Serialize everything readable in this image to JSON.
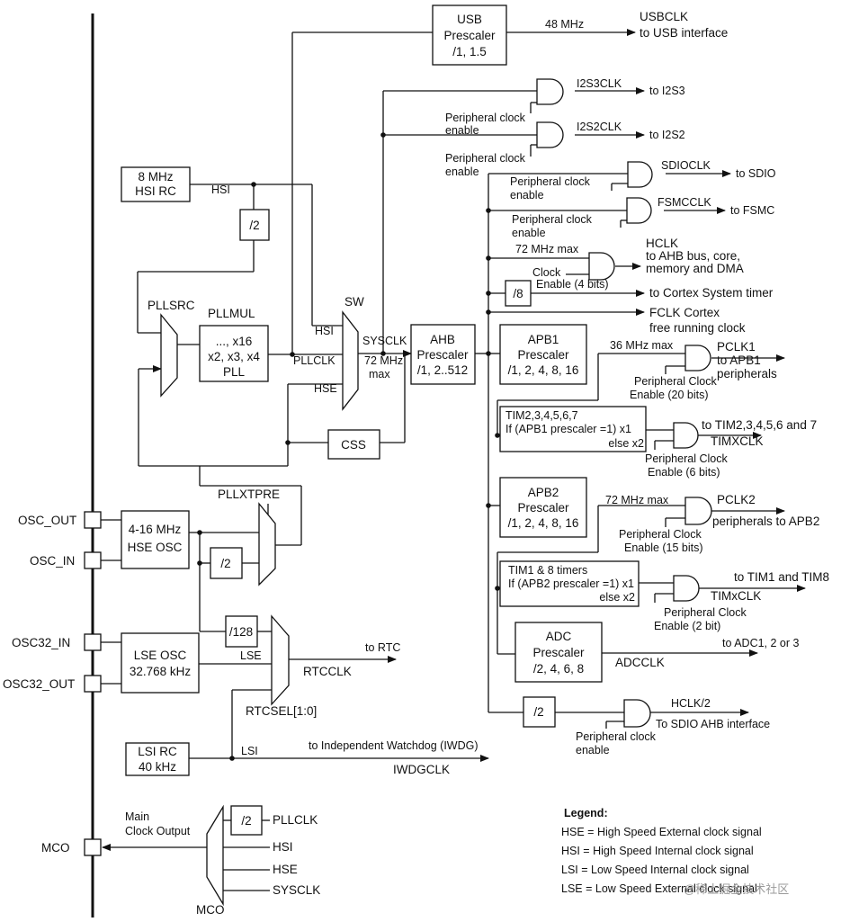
{
  "blocks": {
    "usb_prescaler": [
      "USB",
      "Prescaler",
      "/1, 1.5"
    ],
    "hsi_rc": [
      "8 MHz",
      "HSI RC"
    ],
    "div2_hsi": "/2",
    "pll": [
      "..., x16",
      "x2, x3, x4",
      "PLL"
    ],
    "ahb_prescaler": [
      "AHB",
      "Prescaler",
      "/1, 2..512"
    ],
    "css": "CSS",
    "apb1_prescaler": [
      "APB1",
      "Prescaler",
      "/1, 2, 4, 8, 16"
    ],
    "apb2_prescaler": [
      "APB2",
      "Prescaler",
      "/1, 2, 4, 8, 16"
    ],
    "adc_prescaler": [
      "ADC",
      "Prescaler",
      "/2, 4, 6, 8"
    ],
    "hse_osc": [
      "4-16 MHz",
      "HSE OSC"
    ],
    "div2_hse": "/2",
    "lse_osc": [
      "LSE OSC",
      "32.768 kHz"
    ],
    "div128": "/128",
    "lsi_rc": [
      "LSI RC",
      "40 kHz"
    ],
    "div8": "/8",
    "div2_hclk": "/2",
    "div2_mco": "/2",
    "tim2_box": [
      "TIM2,3,4,5,6,7",
      "If (APB1 prescaler =1) x1",
      "else  x2"
    ],
    "tim1_box": [
      "TIM1 & 8 timers",
      "If (APB2 prescaler =1) x1",
      "else x2"
    ]
  },
  "labels": {
    "mhz48": "48 MHz",
    "usbclk": [
      "USBCLK",
      "to USB interface"
    ],
    "i2s3clk": "I2S3CLK",
    "to_i2s3": "to I2S3",
    "i2s2clk": "I2S2CLK",
    "to_i2s2": "to I2S2",
    "pce_i2s2": [
      "Peripheral clock",
      "enable"
    ],
    "pce_i2s3": [
      "Peripheral clock",
      "enable"
    ],
    "sdioclk": "SDIOCLK",
    "to_sdio": "to SDIO",
    "pce_sdio": [
      "Peripheral clock",
      "enable"
    ],
    "fsmcclk": "FSMCCLK",
    "to_fsmc": "to FSMC",
    "pce_fsmc": [
      "Peripheral clock",
      "enable"
    ],
    "mhz72max_hclk": "72 MHz max",
    "hclk": [
      "HCLK",
      "to AHB bus, core,",
      "memory and DMA"
    ],
    "clock_enable": [
      "Clock",
      "Enable (4 bits)"
    ],
    "cortex_timer": "to Cortex System timer",
    "fclk": [
      "FCLK Cortex",
      "free running clock"
    ],
    "hsi_label": "HSI",
    "pllsrc": "PLLSRC",
    "pllmul": "PLLMUL",
    "sw": "SW",
    "sw_hsi": "HSI",
    "pllclk_label": "PLLCLK",
    "sw_hse": "HSE",
    "sysclk": "SYSCLK",
    "mhz72max_sys": [
      "72 MHz",
      "max"
    ],
    "mhz36max": "36 MHz max",
    "pclk1": [
      "PCLK1",
      "to APB1",
      "peripherals"
    ],
    "pce_apb1": [
      "Peripheral Clock",
      "Enable (20 bits)"
    ],
    "timx_out": [
      "to TIM2,3,4,5,6 and 7",
      "TIMXCLK"
    ],
    "pce_tim2": [
      "Peripheral Clock",
      "Enable (6 bits)"
    ],
    "pllxtpre": "PLLXTPRE",
    "mhz72max_apb2": "72 MHz max",
    "pclk2": [
      "PCLK2",
      "peripherals to APB2"
    ],
    "pce_apb2": [
      "Peripheral Clock",
      "Enable (15 bits)"
    ],
    "osc_out": "OSC_OUT",
    "osc_in": "OSC_IN",
    "tim1_out": [
      "to TIM1 and TIM8",
      "TIMxCLK"
    ],
    "pce_tim1": [
      "Peripheral Clock",
      "Enable (2 bit)"
    ],
    "osc32_in": "OSC32_IN",
    "osc32_out": "OSC32_OUT",
    "lse_label": "LSE",
    "to_rtc": "to RTC",
    "rtcclk": "RTCCLK",
    "to_adc": "to ADC1, 2 or 3",
    "adcclk": "ADCCLK",
    "rtcsel": "RTCSEL[1:0]",
    "hclk2": [
      "HCLK/2",
      "To SDIO AHB interface"
    ],
    "pce_hclk2": [
      "Peripheral clock",
      "enable"
    ],
    "lsi_label": "LSI",
    "iwdg": [
      "to Independent Watchdog (IWDG)",
      "IWDGCLK"
    ],
    "mco_pin": "MCO",
    "main_clock_output": [
      "Main",
      "Clock Output"
    ],
    "mco_pllclk": "PLLCLK",
    "mco_hsi": "HSI",
    "mco_hse": "HSE",
    "mco_sysclk": "SYSCLK",
    "mco_mux": "MCO",
    "watermark": "@稀土掘金技术社区"
  },
  "legend": {
    "title": "Legend:",
    "items": [
      "HSE = High Speed External clock signal",
      "HSI = High Speed Internal clock signal",
      "LSI = Low Speed Internal clock signal",
      "LSE = Low Speed External clock signal"
    ]
  }
}
